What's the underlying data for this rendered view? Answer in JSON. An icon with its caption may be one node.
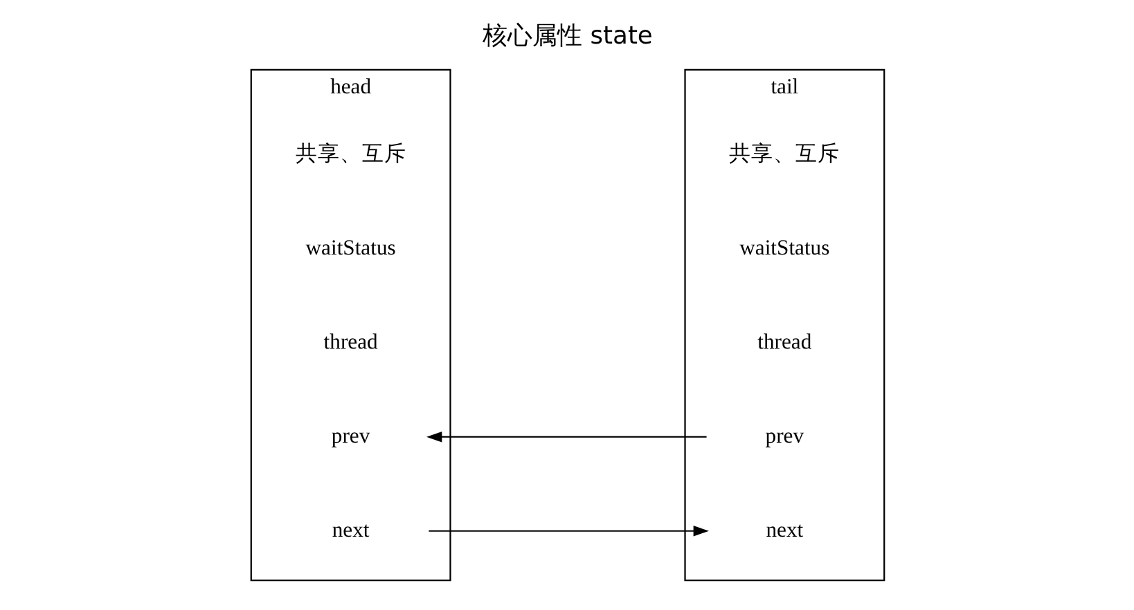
{
  "diagram": {
    "title": "核心属性 state",
    "nodes": [
      {
        "text": [
          "head"
        ]
      },
      {
        "text": [
          "共享、互斥"
        ],
        "in": 0
      },
      {
        "text": [
          "waitStatus"
        ],
        "in": 0
      },
      {
        "text": [
          "thread"
        ],
        "in": 0
      },
      {
        "text": [
          "prev"
        ],
        "in": 0
      },
      {
        "text": [
          "next"
        ],
        "in": 0
      },
      {
        "text": [
          "tail"
        ]
      },
      {
        "text": [
          "共享、互斥"
        ],
        "in": 6
      },
      {
        "text": [
          "waitStatus"
        ],
        "in": 6
      },
      {
        "text": [
          "thread"
        ],
        "in": 6
      },
      {
        "text": [
          "prev"
        ],
        "in": 6
      },
      {
        "text": [
          "next"
        ],
        "in": 6
      }
    ],
    "edges": [
      {
        "from": 10,
        "to": 4,
        "arrow": "to"
      },
      {
        "from": 5,
        "to": 11,
        "arrow": "to"
      }
    ]
  }
}
